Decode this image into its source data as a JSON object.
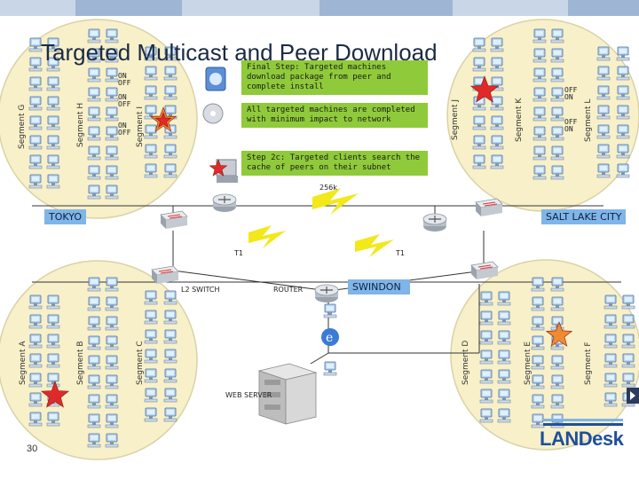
{
  "title": "Targeted Multicast and Peer Download",
  "callouts": {
    "final_step": "Final Step:  Targeted machines download package from peer and complete install",
    "completed": "All targeted machines are completed with minimum impact to network",
    "step_2c": "Step 2c:  Targeted clients search the cache of peers on their subnet"
  },
  "segments": {
    "g": "Segment G",
    "h": "Segment H",
    "i": "Segment I",
    "j": "Segment J",
    "k": "Segment K",
    "l": "Segment L",
    "a": "Segment A",
    "b": "Segment B",
    "c": "Segment C",
    "d": "Segment D",
    "e": "Segment E",
    "f": "Segment F"
  },
  "places": {
    "tokyo": "TOKYO",
    "salt_lake": "SALT LAKE CITY",
    "swindon": "SWINDON"
  },
  "links": {
    "wan_256k": "256k",
    "t1_left": "T1",
    "t1_right": "T1",
    "l2_switch": "L2 SWITCH",
    "router": "ROUTER",
    "web_server": "WEB SERVER"
  },
  "onoff": {
    "on": "ON",
    "off": "OFF"
  },
  "page_number": "30",
  "logo": "LANDesk",
  "colors": {
    "circle_fill": "#f7f0c9",
    "circle_stroke": "#d9d2a8",
    "callout_green": "#8fca3a",
    "place_blue": "#7fb5e8",
    "star_red": "#e02a2a",
    "star_orange": "#f08a30",
    "bolt_yellow": "#f2e81a",
    "logo_blue": "#1f4f9c"
  }
}
